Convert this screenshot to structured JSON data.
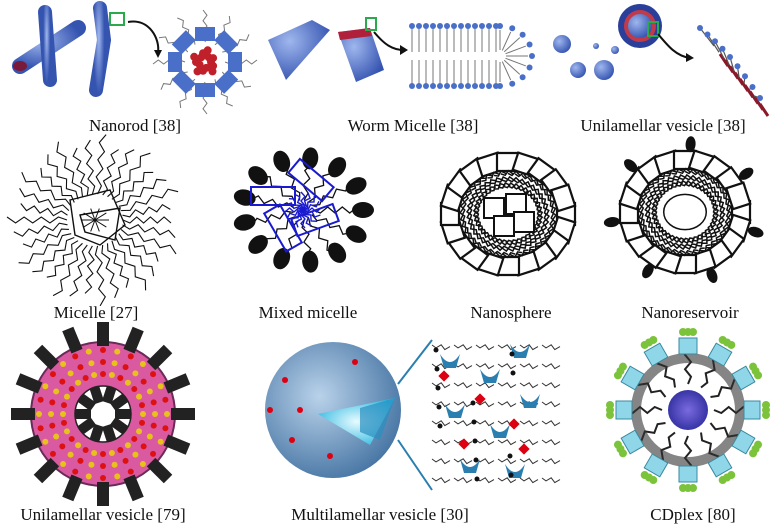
{
  "figure": {
    "panels": [
      {
        "caption": "Nanorod [38]"
      },
      {
        "caption": "Worm Micelle [38]"
      },
      {
        "caption": "Unilamellar vesicle [38]"
      },
      {
        "caption": "Micelle [27]"
      },
      {
        "caption": "Mixed micelle"
      },
      {
        "caption": "Nanosphere"
      },
      {
        "caption": "Nanoreservoir"
      },
      {
        "caption": "Unilamellar vesicle [79]"
      },
      {
        "caption": "Multilamellar vesicle [30]"
      },
      {
        "caption": "CDplex [80]"
      }
    ],
    "colors": {
      "blue_struct": "#4a6fc8",
      "red_core": "#c0202a",
      "black_ink": "#111111",
      "mixed_blue": "#1a1ad0",
      "pink": "#d95aa0",
      "green": "#7cc33c",
      "cyan": "#8fd6e8",
      "sphere_blue": "#5b8fc0",
      "teal": "#2a7fb0"
    },
    "icons": [
      "curved-arrow-icon",
      "zoom-box-icon",
      "connector-lines-icon"
    ]
  }
}
